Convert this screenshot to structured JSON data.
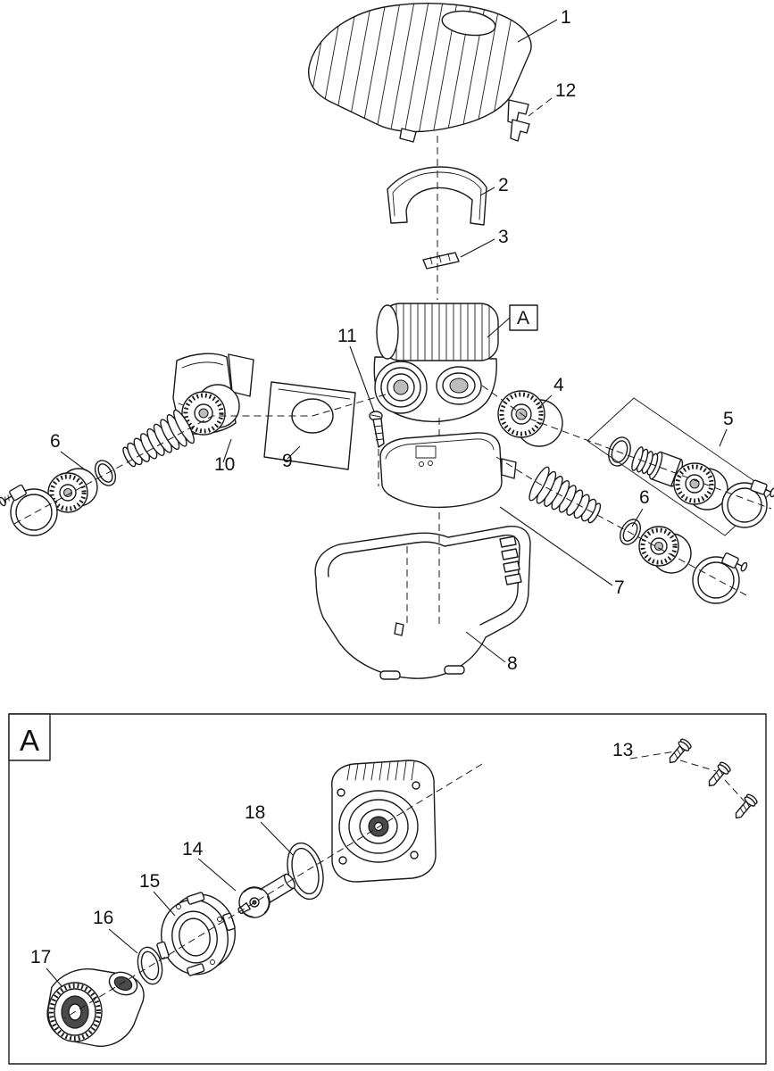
{
  "colors": {
    "ink": "#1a1a1a",
    "paper": "#ffffff"
  },
  "diagram": {
    "main_ref_box": "A",
    "detail_box": "A",
    "labels": {
      "p1": "1",
      "p2": "2",
      "p3": "3",
      "p4": "4",
      "p5": "5",
      "p6_left": "6",
      "p6_right": "6",
      "p7": "7",
      "p8": "8",
      "p9": "9",
      "p10": "10",
      "p11": "11",
      "p12": "12",
      "p13": "13",
      "p14": "14",
      "p15": "15",
      "p16": "16",
      "p17": "17",
      "p18": "18"
    }
  }
}
